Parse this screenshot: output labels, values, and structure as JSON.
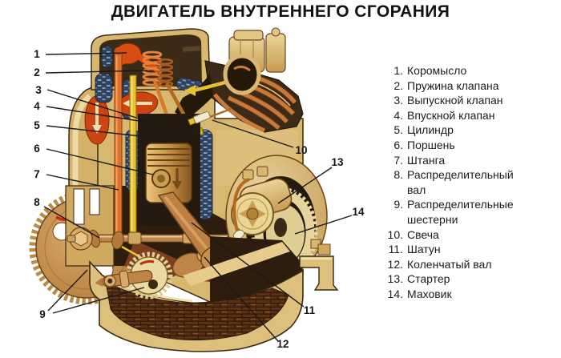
{
  "title": "ДВИГАТЕЛЬ ВНУТРЕННЕГО СГОРАНИЯ",
  "legend": {
    "items": [
      {
        "num": "1.",
        "text": "Коромысло"
      },
      {
        "num": "2.",
        "text": "Пружина клапана"
      },
      {
        "num": "3.",
        "text": "Выпускной клапан"
      },
      {
        "num": "4.",
        "text": "Впускной клапан"
      },
      {
        "num": "5.",
        "text": "Цилиндр"
      },
      {
        "num": "6.",
        "text": "Поршень"
      },
      {
        "num": "7.",
        "text": "Штанга"
      },
      {
        "num": "8.",
        "text": "Распределительный вал"
      },
      {
        "num": "9.",
        "text": "Распределительные шестерни"
      },
      {
        "num": "10.",
        "text": "Свеча"
      },
      {
        "num": "11.",
        "text": "Шатун"
      },
      {
        "num": "12.",
        "text": "Коленчатый вал"
      },
      {
        "num": "13.",
        "text": "Стартер"
      },
      {
        "num": "14.",
        "text": "Маховик"
      }
    ]
  },
  "callouts": [
    {
      "n": "1"
    },
    {
      "n": "2"
    },
    {
      "n": "3"
    },
    {
      "n": "4"
    },
    {
      "n": "5"
    },
    {
      "n": "6"
    },
    {
      "n": "7"
    },
    {
      "n": "8"
    },
    {
      "n": "9"
    },
    {
      "n": "10"
    },
    {
      "n": "11"
    },
    {
      "n": "12"
    },
    {
      "n": "13"
    },
    {
      "n": "14"
    }
  ],
  "colors": {
    "background": "#ffffff",
    "title_text": "#121212",
    "legend_text": "#1c1c1c",
    "engine_gold": "#d8b76f",
    "engine_gold_dark": "#b8904a",
    "engine_dark_brown": "#3b2b18",
    "accent_orange_red": "#d4500f",
    "copper": "#c47a38",
    "valve_yellow": "#e9c42e",
    "coolant_navy": "#32435e",
    "coolant_blue": "#8fb0d8",
    "flywheel_cream": "#ead9a4",
    "oilpan_brick": "#4a2a12"
  }
}
